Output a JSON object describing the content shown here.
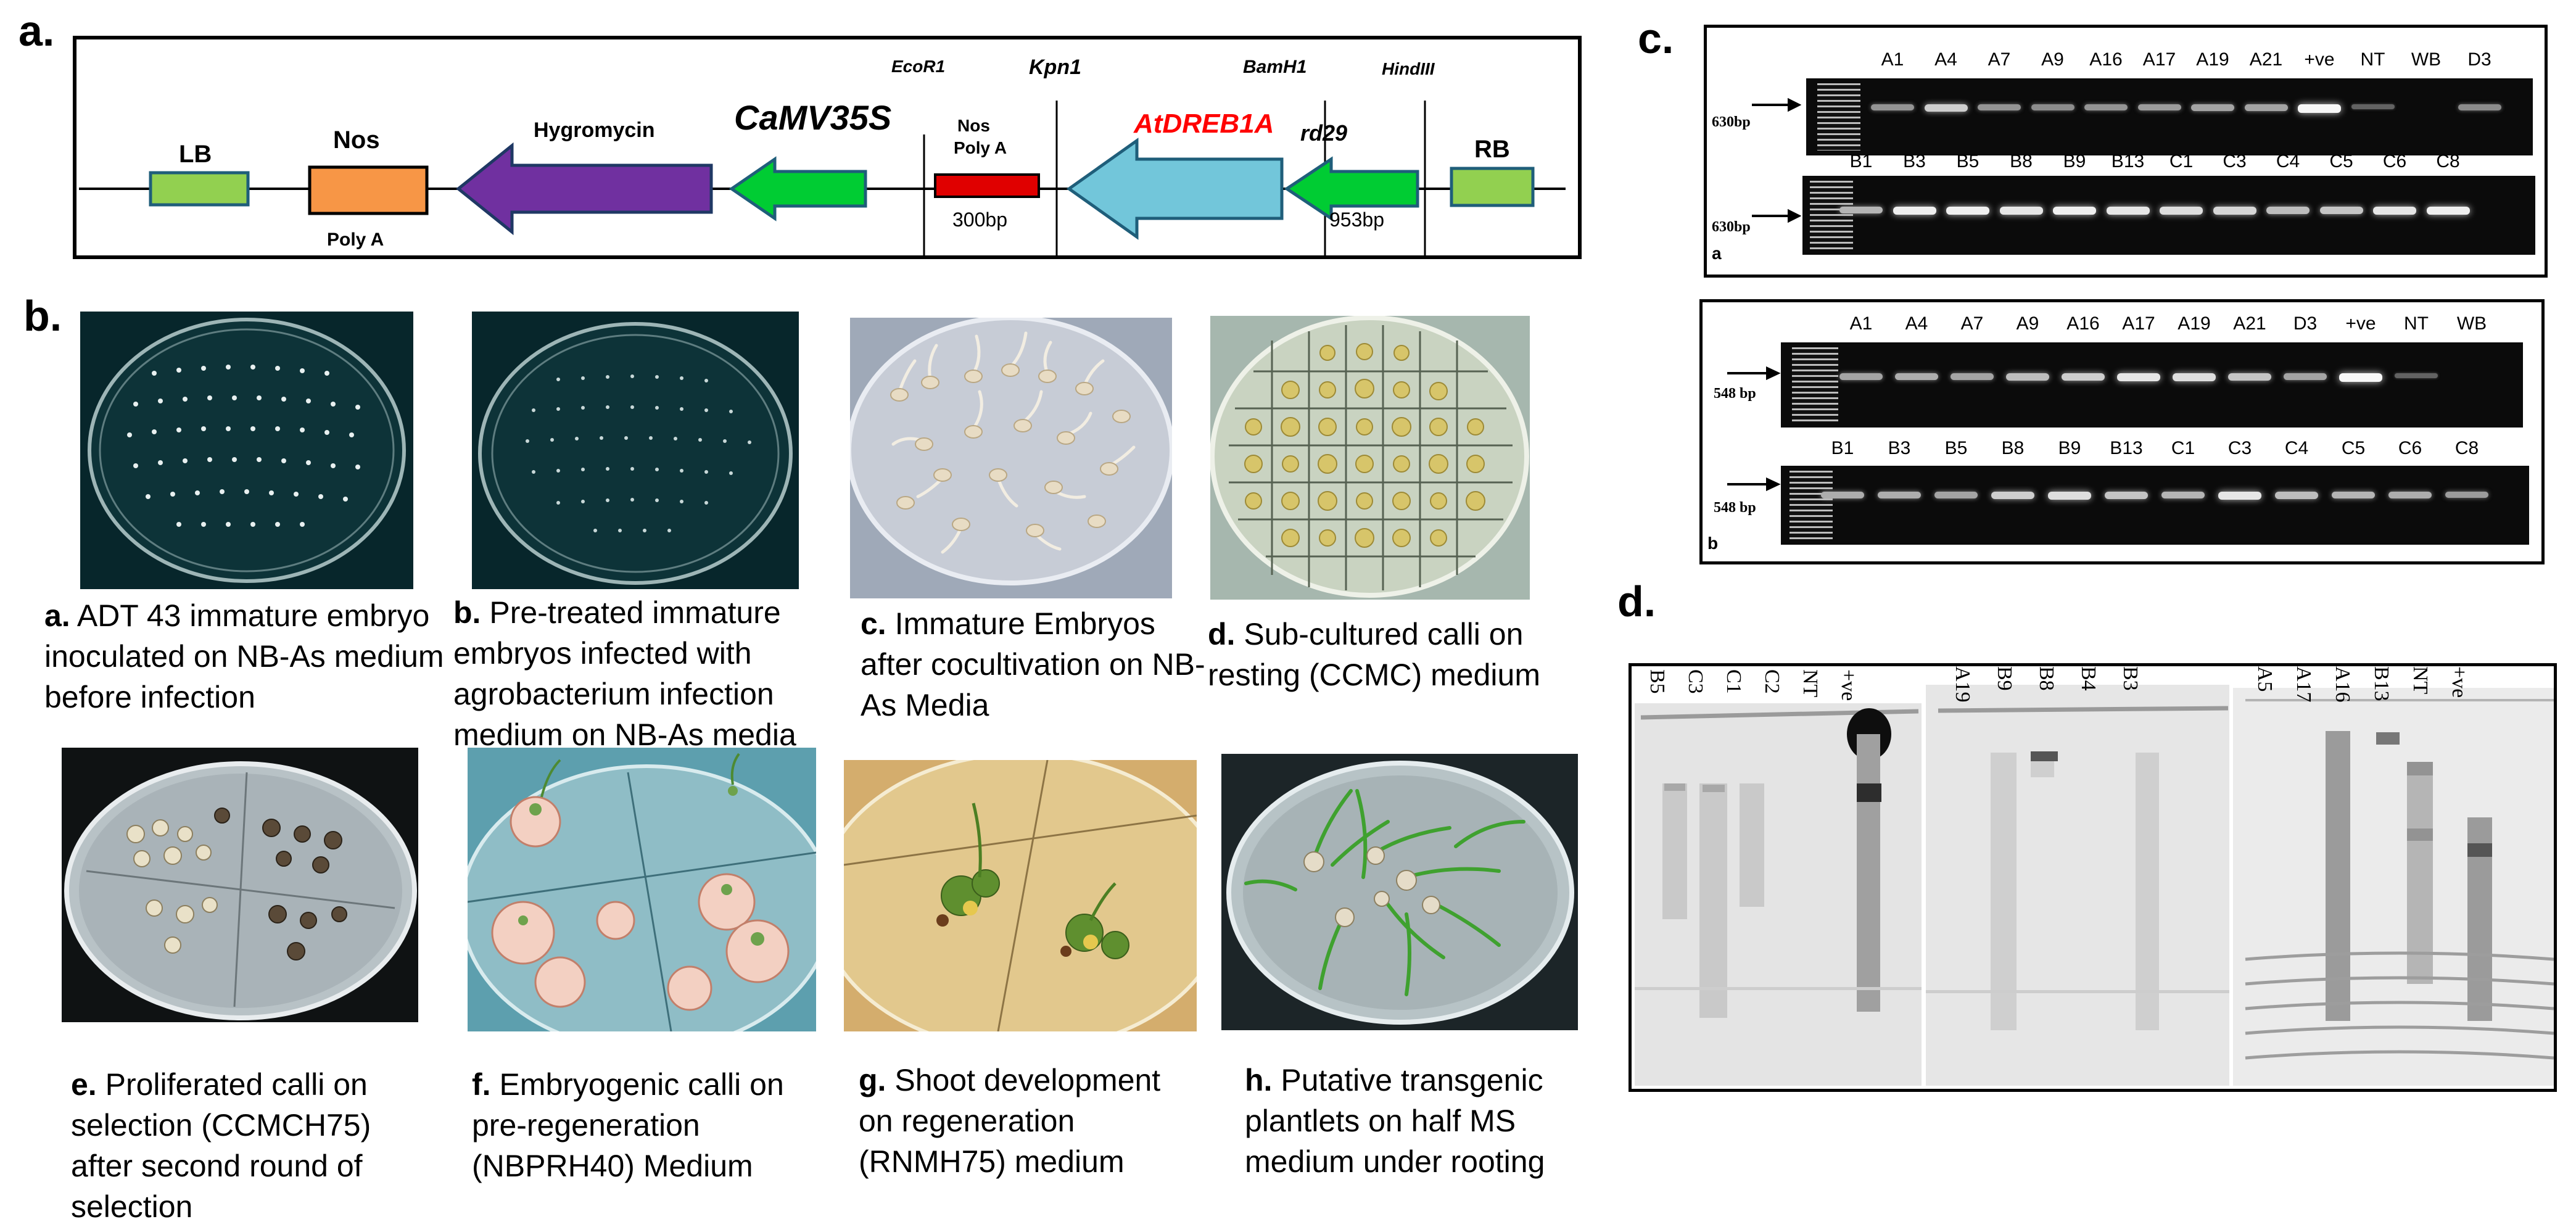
{
  "panel_a": {
    "letter": "a.",
    "lb": "LB",
    "nos": "Nos",
    "nos_polya": "Poly A",
    "hygromycin": "Hygromycin",
    "camv": "CaMV35S",
    "ecor1": "EcoR1",
    "kpn1": "Kpn1",
    "bamh1": "BamH1",
    "hindiii": "HindIII",
    "nos2": "Nos",
    "polya2": "Poly A",
    "bp300": "300bp",
    "atdreb": "AtDREB1A",
    "rd29": "rd29",
    "bp953": "953bp",
    "rb": "RB",
    "colors": {
      "lb": "#92d050",
      "nos": "#f79646",
      "hyg": "#7030a0",
      "camv": "#00cc33",
      "nospolya": "#e00000",
      "atdreb": "#72c6da",
      "rd29": "#00cc33",
      "rb": "#92d050",
      "atdreb_text": "#ff0000"
    }
  },
  "panel_b": {
    "letter": "b.",
    "captions": [
      {
        "letter": "a.",
        "text": "ADT 43 immature embryo inoculated on NB-As medium before infection"
      },
      {
        "letter": "b.",
        "text": "Pre-treated immature embryos infected with agrobacterium infection medium on NB-As media"
      },
      {
        "letter": "c.",
        "text": "Immature Embryos after cocultivation on NB-As Media"
      },
      {
        "letter": "d.",
        "text": "Sub-cultured calli on resting (CCMC) medium"
      },
      {
        "letter": "e.",
        "text": "Proliferated calli on selection (CCMCH75) after second round of selection"
      },
      {
        "letter": "f.",
        "text": "Embryogenic calli on pre-regeneration (NBPRH40) Medium"
      },
      {
        "letter": "g.",
        "text": "Shoot development on regeneration (RNMH75) medium"
      },
      {
        "letter": "h.",
        "text": "Putative transgenic plantlets on half MS medium under rooting"
      }
    ]
  },
  "panel_c": {
    "letter": "c.",
    "sub_a": "a",
    "sub_b": "b",
    "gel1_row1": [
      "A1",
      "A4",
      "A7",
      "A9",
      "A16",
      "A17",
      "A19",
      "A21",
      "+ve",
      "NT",
      "WB",
      "D3"
    ],
    "gel1_row2": [
      "B1",
      "B3",
      "B5",
      "B8",
      "B9",
      "B13",
      "C1",
      "C3",
      "C4",
      "C5",
      "C6",
      "C8"
    ],
    "gel2_row1": [
      "A1",
      "A4",
      "A7",
      "A9",
      "A16",
      "A17",
      "A19",
      "A21",
      "D3",
      "+ve",
      "NT",
      "WB"
    ],
    "gel2_row2": [
      "B1",
      "B3",
      "B5",
      "B8",
      "B9",
      "B13",
      "C1",
      "C3",
      "C4",
      "C5",
      "C6",
      "C8"
    ],
    "bp630": "630bp",
    "bp548": "548 bp"
  },
  "panel_d": {
    "letter": "d.",
    "blot1": [
      "B5",
      "C3",
      "C1",
      "C2",
      "NT",
      "+ve"
    ],
    "blot2": [
      "A19",
      "B9",
      "B8",
      "B4",
      "B3"
    ],
    "blot3": [
      "A5",
      "A17",
      "A16",
      "B13",
      "NT",
      "+ve"
    ]
  }
}
